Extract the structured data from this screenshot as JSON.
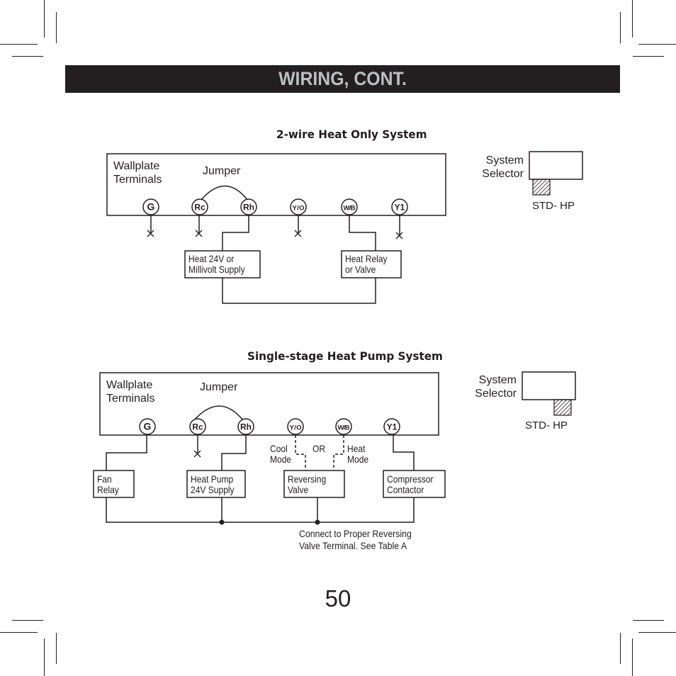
{
  "header": {
    "title": "WIRING, CONT."
  },
  "page_number": "50",
  "diagrams": [
    {
      "title": "2-wire Heat Only System",
      "wallplate_label": "Wallplate\nTerminals",
      "jumper_label": "Jumper",
      "terminals": [
        "G",
        "Rc",
        "Rh",
        "Y/O",
        "W/B",
        "Y1"
      ],
      "unconnected_terminals": [
        "G",
        "Rc",
        "Y/O",
        "Y1"
      ],
      "components": [
        {
          "label": "Heat 24V or\nMillivolt Supply",
          "connects_to": "Rh"
        },
        {
          "label": "Heat Relay\nor Valve",
          "connects_to": "W/B"
        }
      ],
      "system_selector": {
        "label": "System\nSelector",
        "positions": "STD- HP",
        "selected": "STD"
      }
    },
    {
      "title": "Single-stage Heat Pump System",
      "wallplate_label": "Wallplate\nTerminals",
      "jumper_label": "Jumper",
      "terminals": [
        "G",
        "Rc",
        "Rh",
        "Y/O",
        "W/B",
        "Y1"
      ],
      "unconnected_terminals": [
        "Rc"
      ],
      "components": [
        {
          "label": "Fan\nRelay",
          "connects_to": "G"
        },
        {
          "label": "Heat Pump\n24V Supply",
          "connects_to": "Rh"
        },
        {
          "label": "Reversing\nValve",
          "connects_to": "Y/O or W/B"
        },
        {
          "label": "Compressor\nContactor",
          "connects_to": "Y1"
        }
      ],
      "mode_labels": {
        "cool": "Cool\nMode",
        "or": "OR",
        "heat": "Heat\nMode"
      },
      "note": "Connect to Proper Reversing\nValve Terminal. See Table A",
      "system_selector": {
        "label": "System\nSelector",
        "positions": "STD- HP",
        "selected": "HP"
      }
    }
  ]
}
